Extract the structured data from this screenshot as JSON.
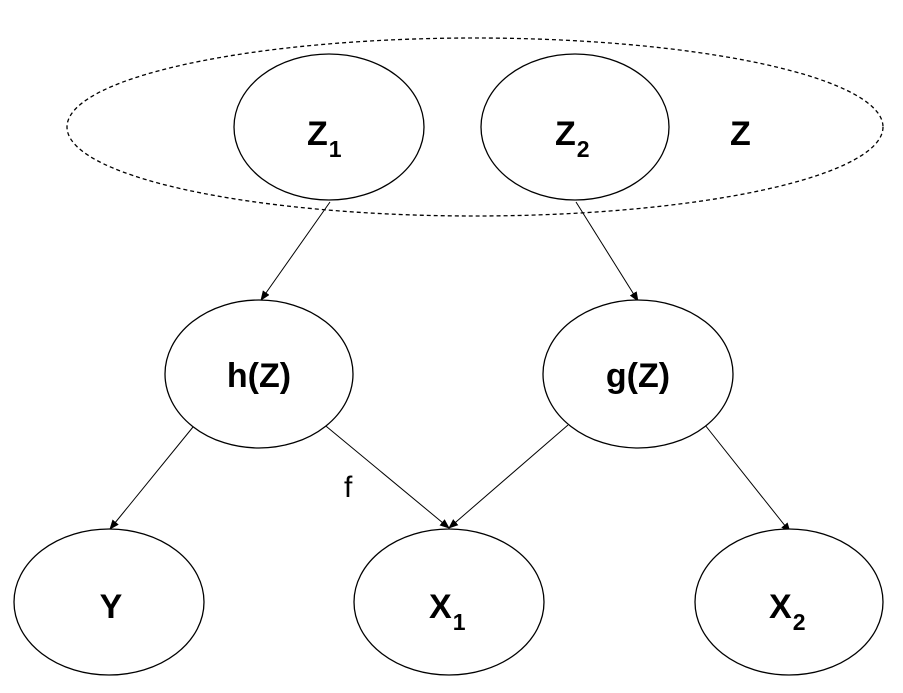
{
  "diagram": {
    "group": {
      "label": "Z"
    },
    "nodes": {
      "z1": {
        "main": "Z",
        "sub": "1"
      },
      "z2": {
        "main": "Z",
        "sub": "2"
      },
      "h": {
        "main": "h(Z)",
        "sub": ""
      },
      "g": {
        "main": "g(Z)",
        "sub": ""
      },
      "y": {
        "main": "Y",
        "sub": ""
      },
      "x1": {
        "main": "X",
        "sub": "1"
      },
      "x2": {
        "main": "X",
        "sub": "2"
      }
    },
    "edges": [
      {
        "from": "z1",
        "to": "h",
        "label": ""
      },
      {
        "from": "z2",
        "to": "g",
        "label": ""
      },
      {
        "from": "h",
        "to": "y",
        "label": ""
      },
      {
        "from": "h",
        "to": "x1",
        "label": "f"
      },
      {
        "from": "g",
        "to": "x1",
        "label": ""
      },
      {
        "from": "g",
        "to": "x2",
        "label": ""
      }
    ]
  }
}
